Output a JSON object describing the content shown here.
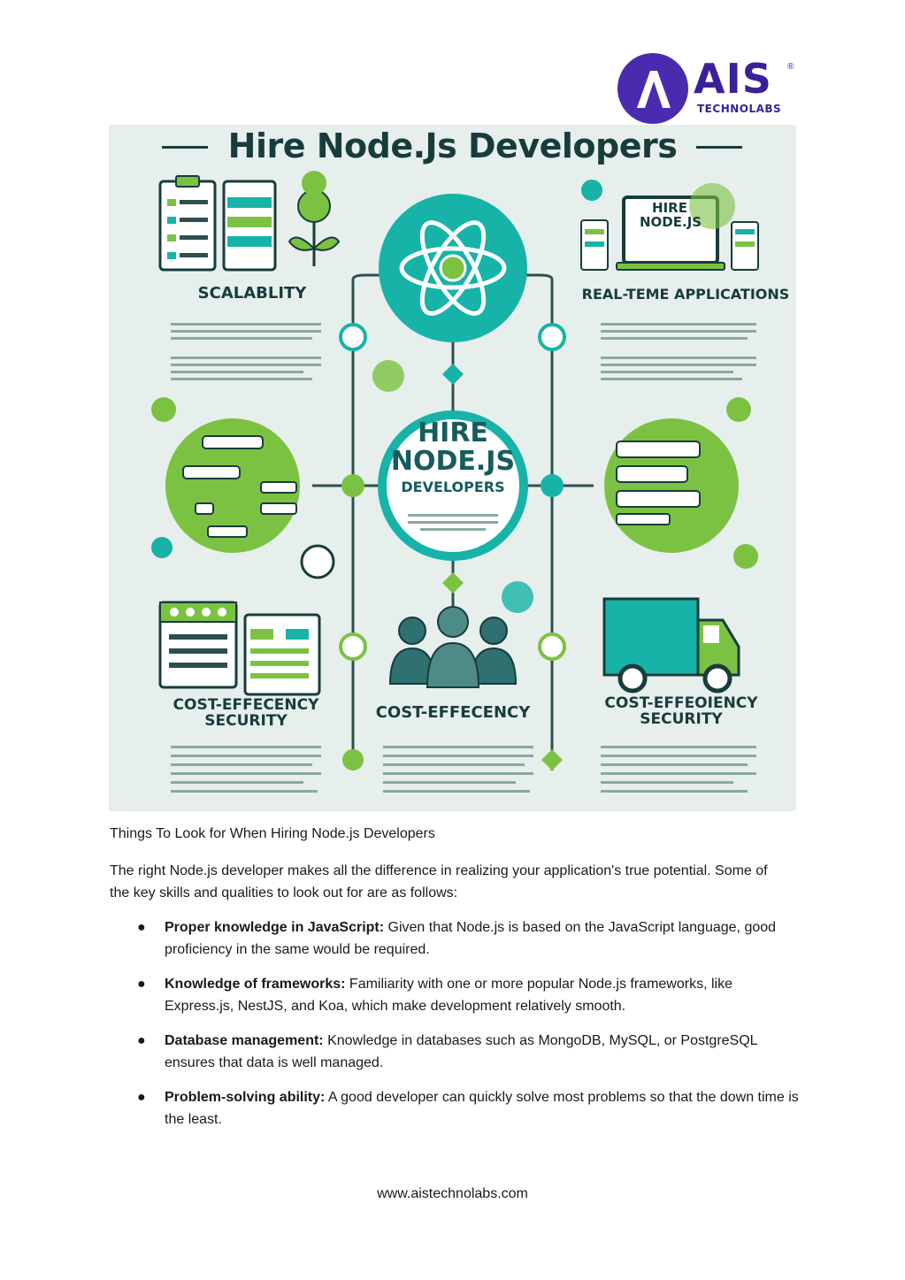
{
  "logo": {
    "brand": "AIS",
    "registered": "®",
    "tagline": "TECHNOLABS"
  },
  "infographic": {
    "title": "Hire Node.Js Developers",
    "center_line1": "HIRE",
    "center_line2": "NODE.JS",
    "center_line3": "DEVELOPERS",
    "laptop_line1": "HIRE",
    "laptop_line2": "NODE.JS",
    "label_top_left": "SCALABLITY",
    "label_top_right": "REAL-TEME APPLICATIONS",
    "label_bottom_left": "COST-EFFECENCY SECURITY",
    "label_bottom_center": "COST-EFFECENCY",
    "label_bottom_right": "COST-EFFEOIENCY SECURITY"
  },
  "caption": "Things To Look for When Hiring Node.js Developers",
  "intro": "The right Node.js developer makes all the difference in realizing your application's true potential. Some of the key skills and qualities to look out for are as follows:",
  "skills": [
    {
      "title": "Proper knowledge in JavaScript:",
      "text": " Given that Node.js is based on the JavaScript language, good proficiency in the same would be required."
    },
    {
      "title": "Knowledge of frameworks:",
      "text": " Familiarity with one or more popular Node.js frameworks, like Express.js, NestJS, and Koa, which make development relatively smooth."
    },
    {
      "title": "Database management:",
      "text": " Knowledge in databases such as MongoDB, MySQL, or PostgreSQL ensures that data is well managed."
    },
    {
      "title": "Problem-solving ability:",
      "text": " A good developer can quickly solve most problems so that the down time is the least."
    }
  ],
  "footer": "www.aistechnolabs.com",
  "colors": {
    "teal": "#17b3a8",
    "green": "#7cc242",
    "dark": "#183c3c",
    "brand_purple": "#4a2bb0"
  }
}
